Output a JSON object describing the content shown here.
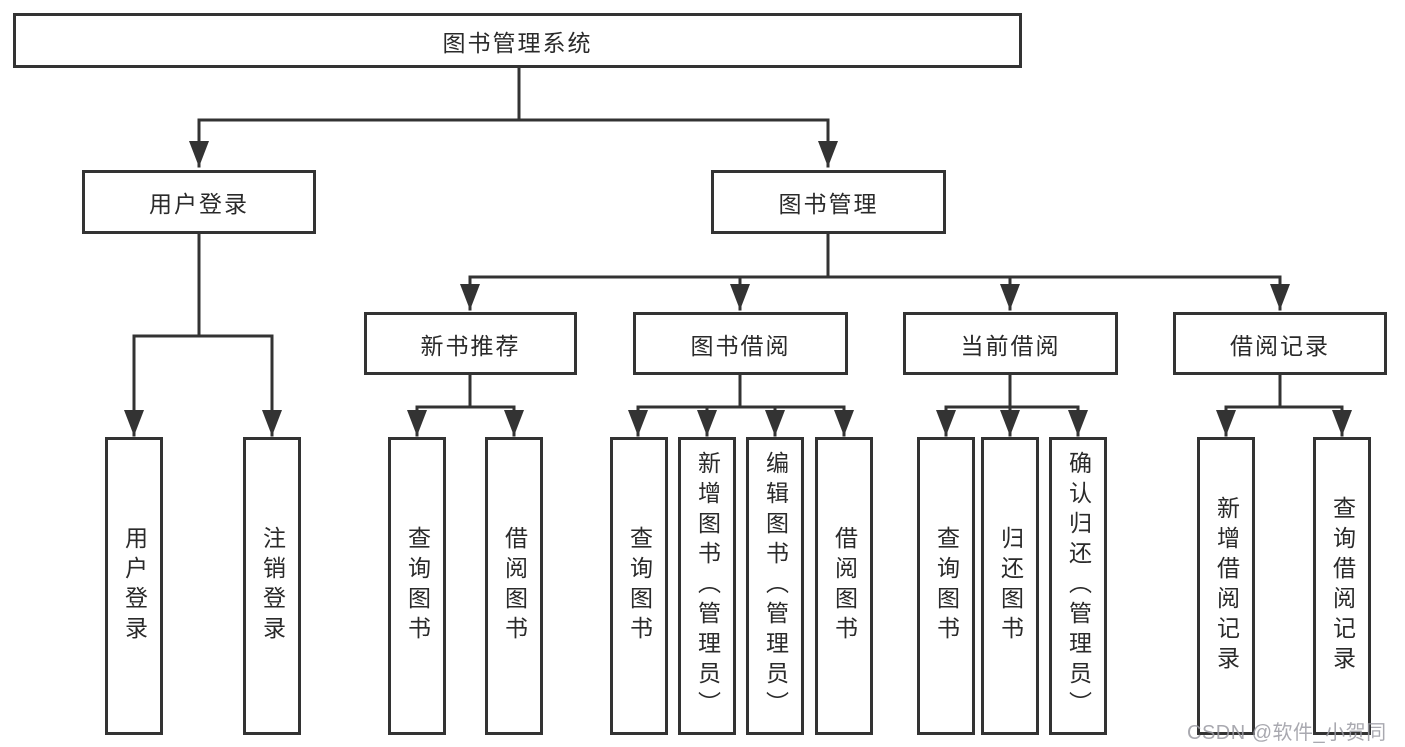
{
  "nodes": {
    "root": "图书管理系统",
    "level2": {
      "user_login": "用户登录",
      "book_mgmt": "图书管理"
    },
    "level3": {
      "new_book": "新书推荐",
      "book_borrow": "图书借阅",
      "current_borrow": "当前借阅",
      "borrow_record": "借阅记录"
    },
    "leaves": {
      "user_login": [
        "用户登录",
        "注销登录"
      ],
      "new_book": [
        "查询图书",
        "借阅图书"
      ],
      "book_borrow": [
        "查询图书",
        "新增图书（管理员）",
        "编辑图书（管理员）",
        "借阅图书"
      ],
      "current_borrow": [
        "查询图书",
        "归还图书",
        "确认归还（管理员）"
      ],
      "borrow_record": [
        "新增借阅记录",
        "查询借阅记录"
      ]
    }
  },
  "watermark": "CSDN @软件_小贺同学",
  "colors": {
    "line": "#333333",
    "text": "#2a2a2a",
    "watermark": "#9b9ba3",
    "background": "#ffffff"
  }
}
